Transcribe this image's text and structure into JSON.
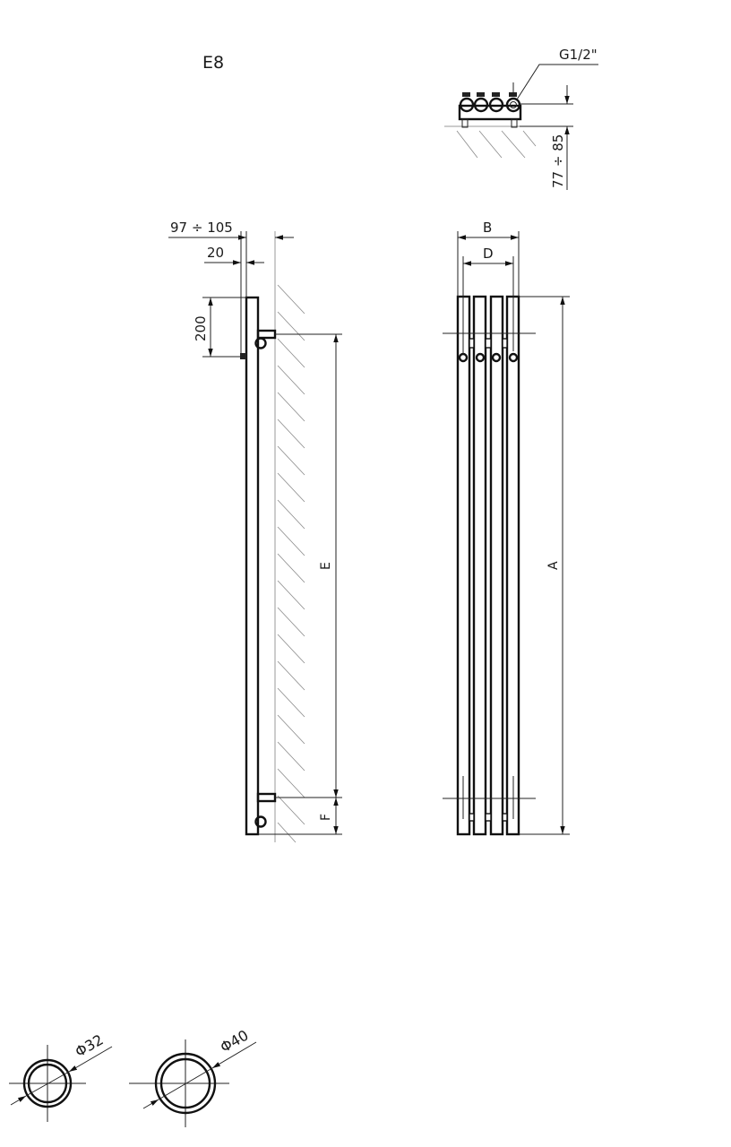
{
  "drawing": {
    "model_label": "E8",
    "colors": {
      "line": "#111111",
      "hatch": "#8a8a8a",
      "background": "#ffffff"
    }
  },
  "top_view": {
    "thread_label": "G1/2\"",
    "depth_range_label": "77 ÷ 85"
  },
  "side_view": {
    "overall_depth_label": "97 ÷ 105",
    "offset_label": "20",
    "top_offset_label": "200",
    "bracket_span_label": "E",
    "bottom_offset_label": "F"
  },
  "front_view": {
    "overall_width_label": "B",
    "center_width_label": "D",
    "height_label": "A"
  },
  "pipe_sections": [
    {
      "label": "Φ32"
    },
    {
      "label": "Φ40"
    }
  ]
}
